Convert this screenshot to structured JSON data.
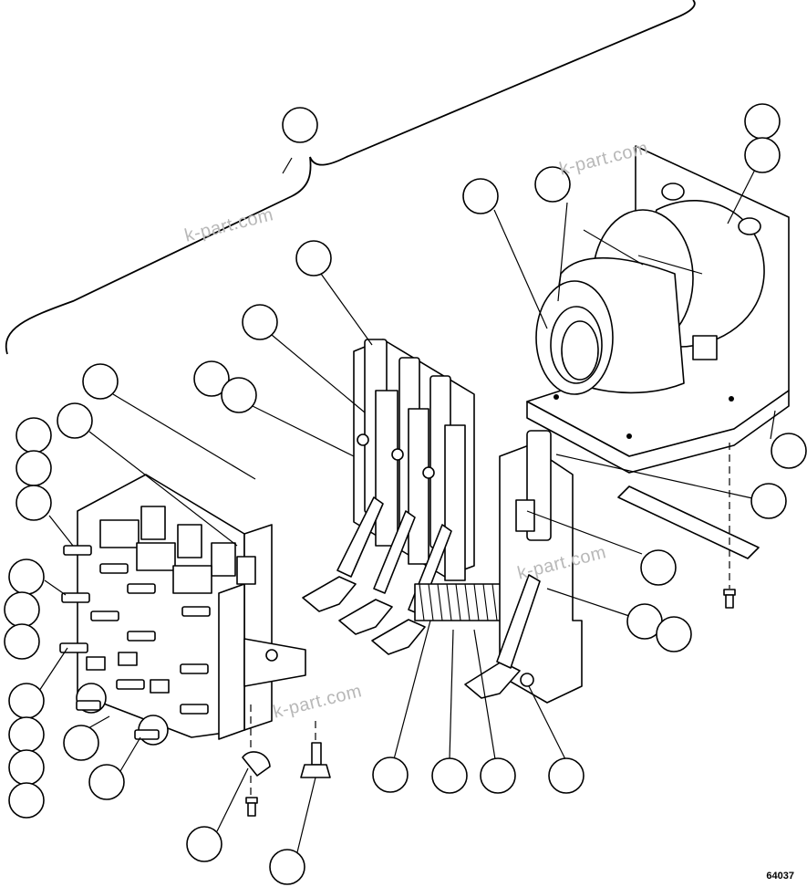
{
  "figure": {
    "number": "64037",
    "watermark": "k-part.com"
  },
  "parts": {
    "callout_count": 36,
    "items": [
      "callout-assembly",
      "callout-coil-frame-upper",
      "callout-coil-frame-lower",
      "callout-coil-outer",
      "callout-coil-core",
      "callout-contact-arm-top",
      "callout-contact-arm-upper",
      "callout-contact-arm-mid-a",
      "callout-contact-arm-mid-b",
      "callout-terminal-block-a",
      "callout-terminal-block-b",
      "callout-stud-1",
      "callout-stud-2",
      "callout-stud-3",
      "callout-stud-4",
      "callout-stud-5",
      "callout-stud-6",
      "callout-stud-7",
      "callout-stud-8",
      "callout-stud-9",
      "callout-stud-10",
      "callout-stud-11",
      "callout-washer",
      "callout-clip",
      "callout-bolt",
      "callout-spring",
      "callout-pin",
      "callout-bar",
      "callout-arm-right",
      "callout-bracket-right",
      "callout-plate",
      "callout-screw-right-a",
      "callout-screw-right-b",
      "callout-contact-right",
      "callout-base-right",
      "callout-mount-bracket"
    ]
  }
}
